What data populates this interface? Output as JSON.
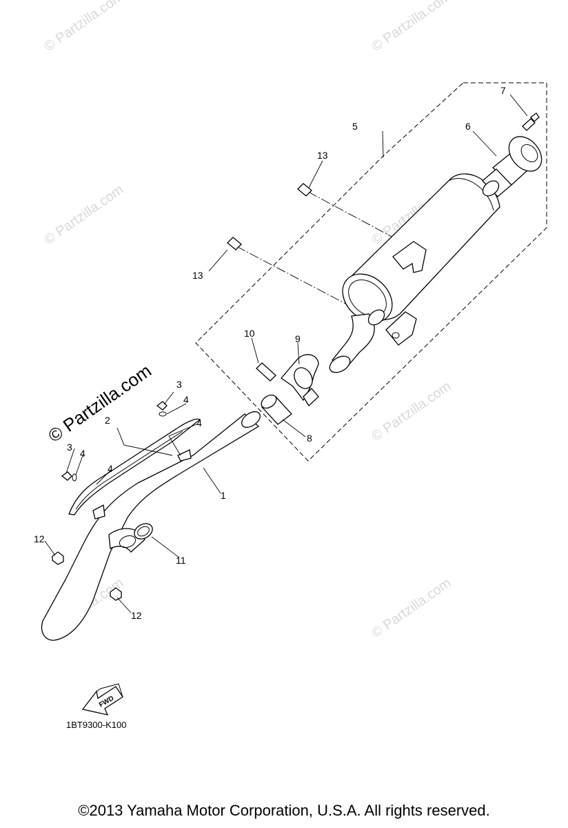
{
  "watermark": {
    "text": "© Partzilla.com",
    "prominent_text": "© Partzilla.com"
  },
  "callouts": {
    "c1": "1",
    "c2": "2",
    "c3a": "3",
    "c3b": "3",
    "c4a": "4",
    "c4b": "4",
    "c4c": "4",
    "c4d": "4",
    "c5": "5",
    "c6": "6",
    "c7": "7",
    "c8": "8",
    "c9": "9",
    "c10": "10",
    "c11": "11",
    "c12a": "12",
    "c12b": "12",
    "c13a": "13",
    "c13b": "13"
  },
  "fwd_label": "FWD",
  "diagram_code": "1BT9300-K100",
  "copyright": "©2013  Yamaha Motor Corporation, U.S.A. All rights reserved."
}
